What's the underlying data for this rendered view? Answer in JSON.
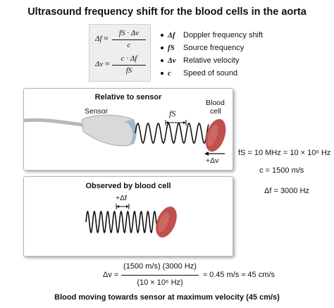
{
  "title": "Ultrasound frequency shift for the blood cells in the aorta",
  "formulas": {
    "f1": {
      "lhs": "Δf ≈",
      "num": "fS · Δv",
      "den": "c"
    },
    "f2": {
      "lhs": "Δv ≈",
      "num": "c · Δf",
      "den": "fS"
    }
  },
  "legend": [
    {
      "symbol": "Δf",
      "desc": "Doppler frequency shift"
    },
    {
      "symbol": "fS",
      "desc": "Source frequency"
    },
    {
      "symbol": "Δv",
      "desc": "Relative velocity"
    },
    {
      "symbol": "c",
      "desc": "Speed of sound"
    }
  ],
  "panel1": {
    "title": "Relative to sensor",
    "sensor_label": "Sensor",
    "fs_label": "fS",
    "cell_label_1": "Blood",
    "cell_label_2": "cell",
    "dv_label": "+Δv"
  },
  "panel2": {
    "title": "Observed by blood cell",
    "df_label": "+Δf"
  },
  "values": {
    "fs": "fS = 10 MHz = 10 × 10⁶ Hz",
    "c": "c = 1500 m/s",
    "df": "Δf = 3000 Hz"
  },
  "calculation": {
    "lhs": "Δv ≈",
    "num": "(1500 m/s) (3000 Hz)",
    "den": "(10 × 10⁶ Hz)",
    "result": "≈ 0.45 m/s ≈ 45 cm/s"
  },
  "caption": "Blood moving towards sensor at maximum velocity (45 cm/s)",
  "colors": {
    "blood_cell": "#c0504d",
    "sensor": "#d9d9d9",
    "formula_bg": "#eeeeee"
  },
  "icons": [
    "ultrasound-sensor-icon",
    "blood-cell-icon"
  ]
}
